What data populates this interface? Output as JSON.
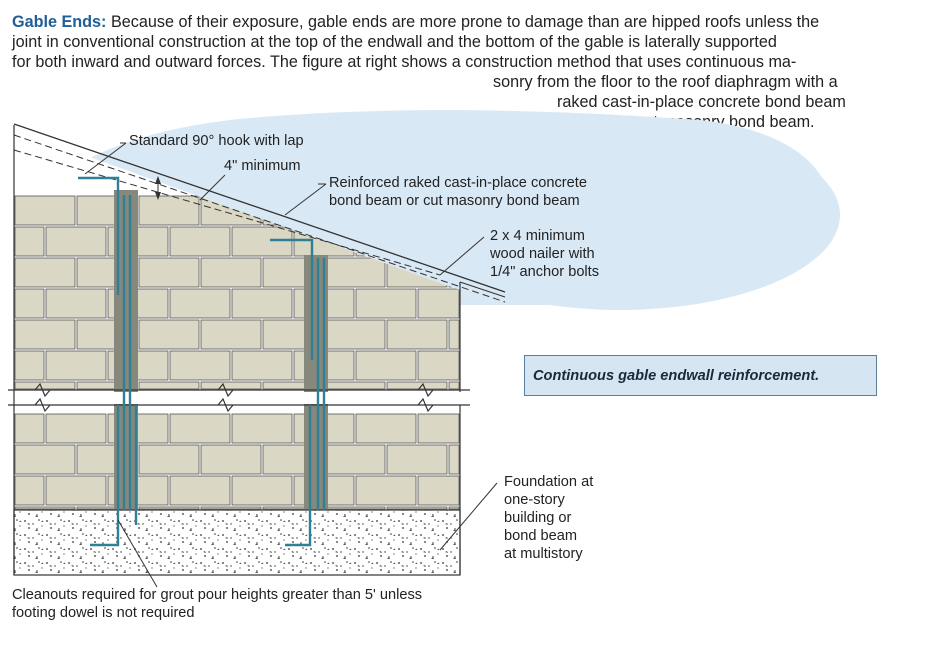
{
  "intro": {
    "heading": "Gable Ends:",
    "line1": "Because of their exposure, gable ends are more prone to damage than are hipped roofs unless the",
    "line2": "joint in conventional construction at the top of the endwall and the bottom of the gable is laterally supported",
    "line3": "for both inward and outward forces. The figure at right shows a construction method that uses continuous ma-",
    "line4": "sonry from the floor to the roof diaphragm with a",
    "line5": "raked cast-in-place concrete bond beam",
    "line6": "or a cut masonry bond beam."
  },
  "labels": {
    "hook_line1": "Standard 90° hook with lap",
    "hook_line2": "4\" minimum",
    "bond_beam_line1": "Reinforced raked cast-in-place concrete",
    "bond_beam_line2": "bond beam or cut masonry bond beam",
    "nailer_line1": "2 x 4 minimum",
    "nailer_line2": "wood nailer with",
    "nailer_line3": "1/4\" anchor bolts",
    "foundation_line1": "Foundation at",
    "foundation_line2": "one-story",
    "foundation_line3": "building or",
    "foundation_line4": "bond beam",
    "foundation_line5": "at multistory",
    "cleanouts_line1": "Cleanouts required for grout pour heights greater than 5' unless",
    "cleanouts_line2": "footing dowel is not required"
  },
  "caption": "Continuous gable endwall reinforcement.",
  "colors": {
    "heading": "#1f5e98",
    "sky": "#d9e8f5",
    "block": "#dad7c4",
    "grout": "#86887c",
    "rebar": "#2f7f95",
    "caption_bg": "#d6e5f2"
  }
}
